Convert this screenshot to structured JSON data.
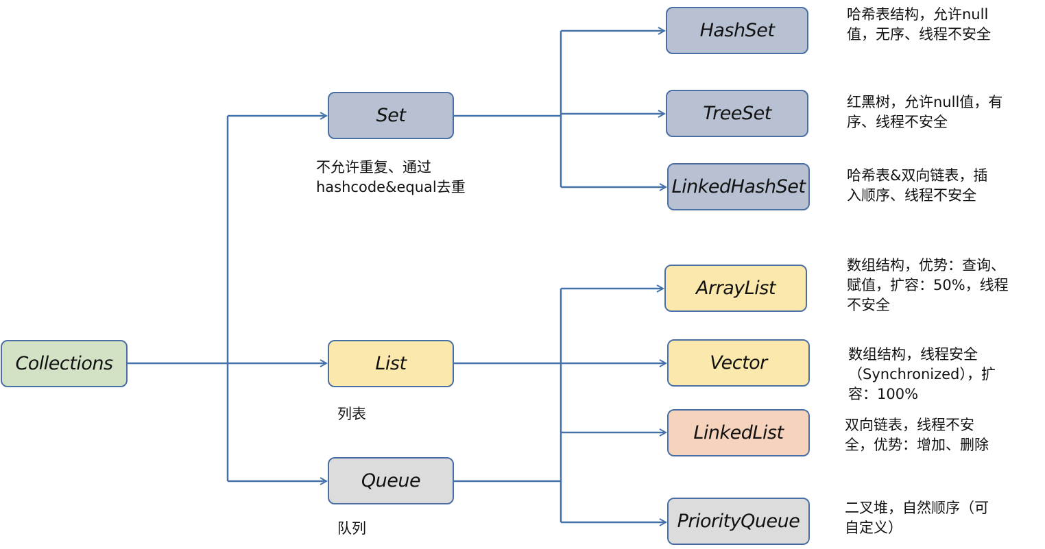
{
  "colors": {
    "connector": "#4472a8",
    "node_border": "#4a6fa5",
    "root_fill": "#d3e2c4",
    "set_fill": "#b8c1d2",
    "list_fill": "#fbe8ad",
    "linkedlist_fill": "#f5d3bc",
    "queue_fill": "#dcdcdc"
  },
  "nodes": {
    "collections": "Collections",
    "set": "Set",
    "list": "List",
    "queue": "Queue",
    "hashset": "HashSet",
    "treeset": "TreeSet",
    "linkedhashset": "LinkedHashSet",
    "arraylist": "ArrayList",
    "vector": "Vector",
    "linkedlist": "LinkedList",
    "priorityqueue": "PriorityQueue"
  },
  "notes": {
    "set": [
      "不允许重复、通过",
      "hashcode&equal去重"
    ],
    "list": [
      "列表"
    ],
    "queue": [
      "队列"
    ],
    "hashset": [
      "哈希表结构，允许null",
      "值，无序、线程不安全"
    ],
    "treeset": [
      "红黑树，允许null值，有",
      "序、线程不安全"
    ],
    "linkedhashset": [
      "哈希表&双向链表，插",
      "入顺序、线程不安全"
    ],
    "arraylist": [
      "数组结构，优势：查询、",
      "赋值，扩容：50%，线程",
      "不安全"
    ],
    "vector": [
      "数组结构，线程安全",
      "（Synchronized），扩",
      "容：100%"
    ],
    "linkedlist": [
      "双向链表，线程不安",
      "全，优势：增加、删除"
    ],
    "priorityqueue": [
      "二叉堆，自然顺序（可",
      "自定义）"
    ]
  }
}
